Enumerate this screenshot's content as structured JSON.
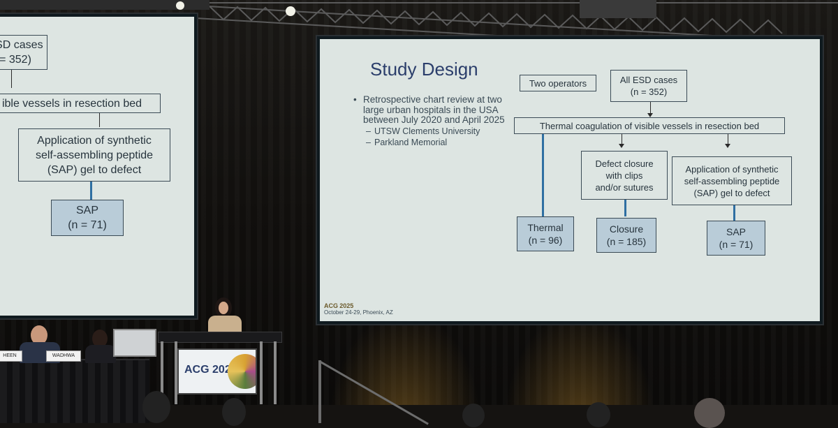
{
  "right_slide": {
    "title": "Study Design",
    "bullet_main": "Retrospective chart review at two large urban hospitals in the USA between July 2020 and April 2025",
    "sub_bullets": [
      "UTSW Clements University",
      "Parkland Memorial"
    ],
    "flow": {
      "operators": "Two operators",
      "all_cases_line1": "All ESD cases",
      "all_cases_line2": "(n = 352)",
      "thermal_step": "Thermal coagulation of visible vessels in resection bed",
      "closure_step_line1": "Defect closure",
      "closure_step_line2": "with clips",
      "closure_step_line3": "and/or sutures",
      "sap_step_line1": "Application of synthetic",
      "sap_step_line2": "self-assembling peptide",
      "sap_step_line3": "(SAP) gel to defect",
      "result_thermal_line1": "Thermal",
      "result_thermal_line2": "(n = 96)",
      "result_closure_line1": "Closure",
      "result_closure_line2": "(n = 185)",
      "result_sap_line1": "SAP",
      "result_sap_line2": "(n = 71)"
    },
    "footer_brand": "ACG",
    "footer_year": "2025",
    "footer_dates": "October 24-29, Phoenix, AZ"
  },
  "left_slide": {
    "cases_partial_line1": "ESD cases",
    "cases_partial_line2": "= 352)",
    "vessels_partial": "ible vessels in resection bed",
    "sap_step_line1": "Application of synthetic",
    "sap_step_line2": "self-assembling peptide",
    "sap_step_line3": "(SAP) gel to defect",
    "result_sap_line1": "SAP",
    "result_sap_line2": "(n = 71)"
  },
  "stage": {
    "podium_brand": "ACG",
    "podium_year": "2025",
    "name_card_left": "HEEN",
    "name_card_right": "WADHWA"
  },
  "colors": {
    "slide_bg": "#dde5e2",
    "title": "#2b3e6b",
    "connector": "#2f6fa2",
    "result_box": "#b9ccd8"
  }
}
